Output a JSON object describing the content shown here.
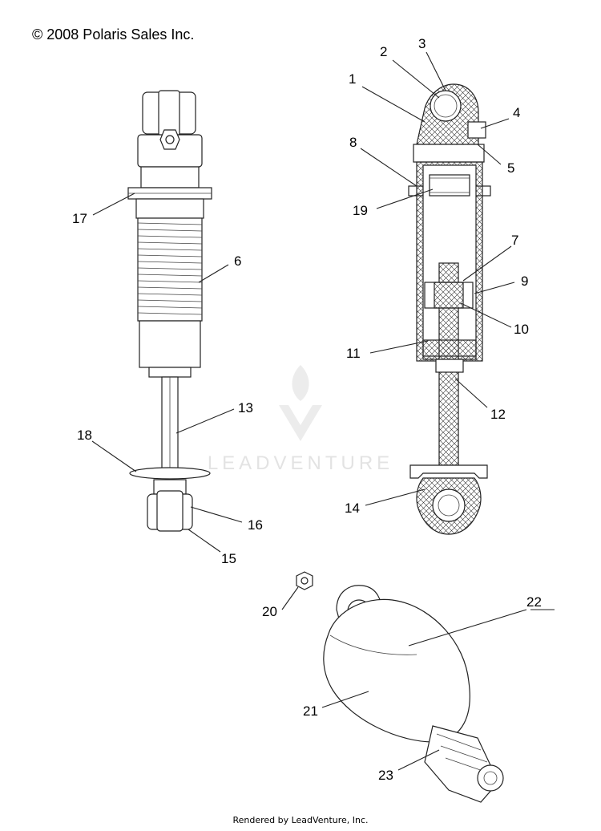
{
  "copyright": "© 2008 Polaris Sales Inc.",
  "watermark": "LEADVENTURE",
  "footer": "Rendered by LeadVenture, Inc.",
  "callouts": {
    "c1": "1",
    "c2": "2",
    "c3": "3",
    "c4": "4",
    "c5": "5",
    "c6": "6",
    "c7": "7",
    "c8": "8",
    "c9": "9",
    "c10": "10",
    "c11": "11",
    "c12": "12",
    "c13": "13",
    "c14": "14",
    "c15": "15",
    "c16": "16",
    "c17": "17",
    "c18": "18",
    "c19": "19",
    "c20": "20",
    "c21": "21",
    "c22": "22",
    "c23": "23"
  }
}
